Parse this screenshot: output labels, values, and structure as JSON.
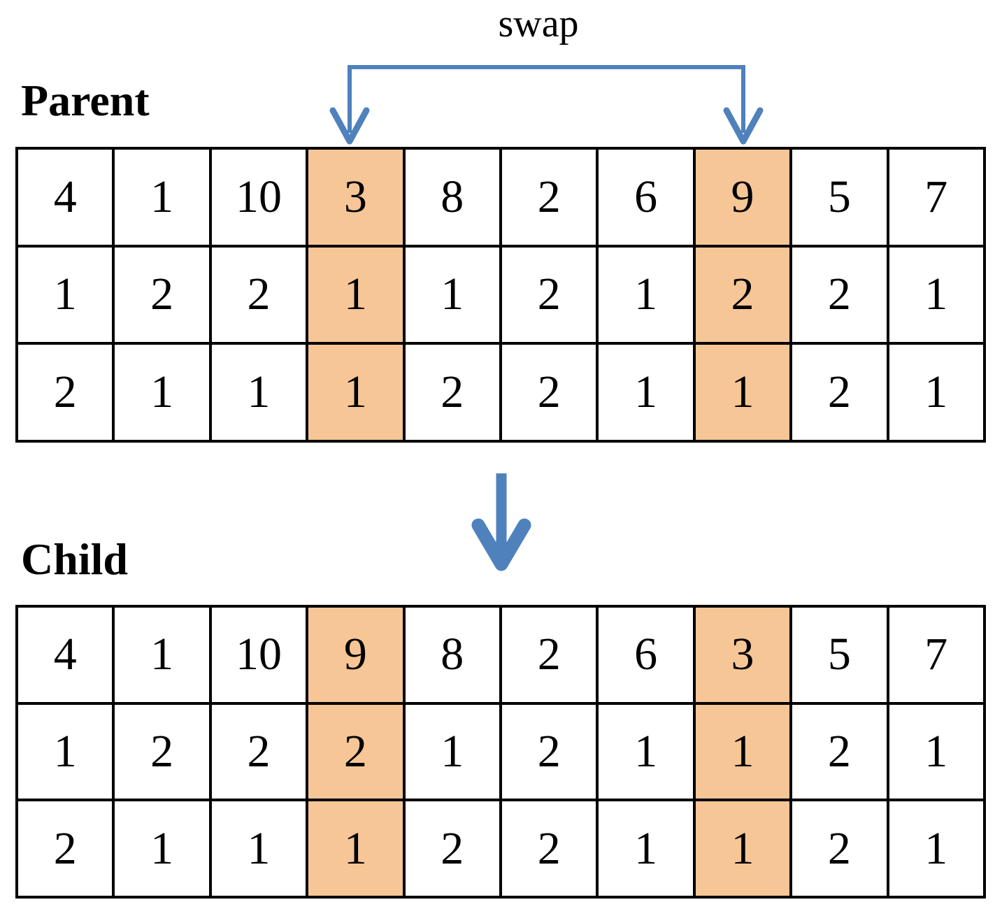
{
  "swap_label": "swap",
  "parent": {
    "label": "Parent",
    "rows": [
      [
        4,
        1,
        10,
        3,
        8,
        2,
        6,
        9,
        5,
        7
      ],
      [
        1,
        2,
        2,
        1,
        1,
        2,
        1,
        2,
        2,
        1
      ],
      [
        2,
        1,
        1,
        1,
        2,
        2,
        1,
        1,
        2,
        1
      ]
    ]
  },
  "child": {
    "label": "Child",
    "rows": [
      [
        4,
        1,
        10,
        9,
        8,
        2,
        6,
        3,
        5,
        7
      ],
      [
        1,
        2,
        2,
        2,
        1,
        2,
        1,
        1,
        2,
        1
      ],
      [
        2,
        1,
        1,
        1,
        2,
        2,
        1,
        1,
        2,
        1
      ]
    ]
  },
  "highlight_columns": [
    3,
    7
  ],
  "colors": {
    "highlight": "#f7c696",
    "arrow": "#4f81bd",
    "border": "#000000",
    "background": "#ffffff",
    "text": "#000000"
  }
}
